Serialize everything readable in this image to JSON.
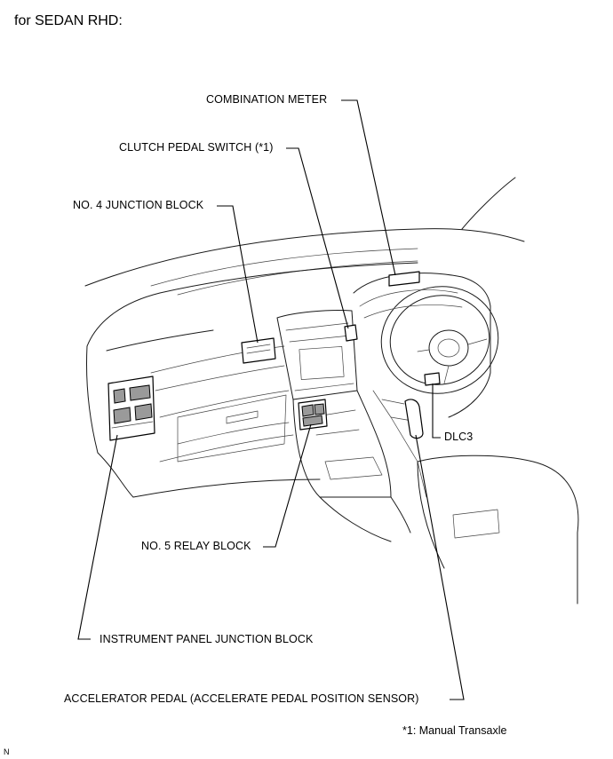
{
  "heading": "for SEDAN RHD:",
  "labels": {
    "combination_meter": "COMBINATION METER",
    "clutch_pedal_switch": "CLUTCH PEDAL SWITCH (*1)",
    "no4_junction_block": "NO. 4 JUNCTION BLOCK",
    "dlc3": "DLC3",
    "no5_relay_block": "NO. 5 RELAY BLOCK",
    "instrument_panel_junction_block": "INSTRUMENT PANEL JUNCTION BLOCK",
    "accelerator_pedal": "ACCELERATOR PEDAL (ACCELERATE PEDAL POSITION SENSOR)"
  },
  "footnote": "*1: Manual Transaxle",
  "figure_code": "N"
}
